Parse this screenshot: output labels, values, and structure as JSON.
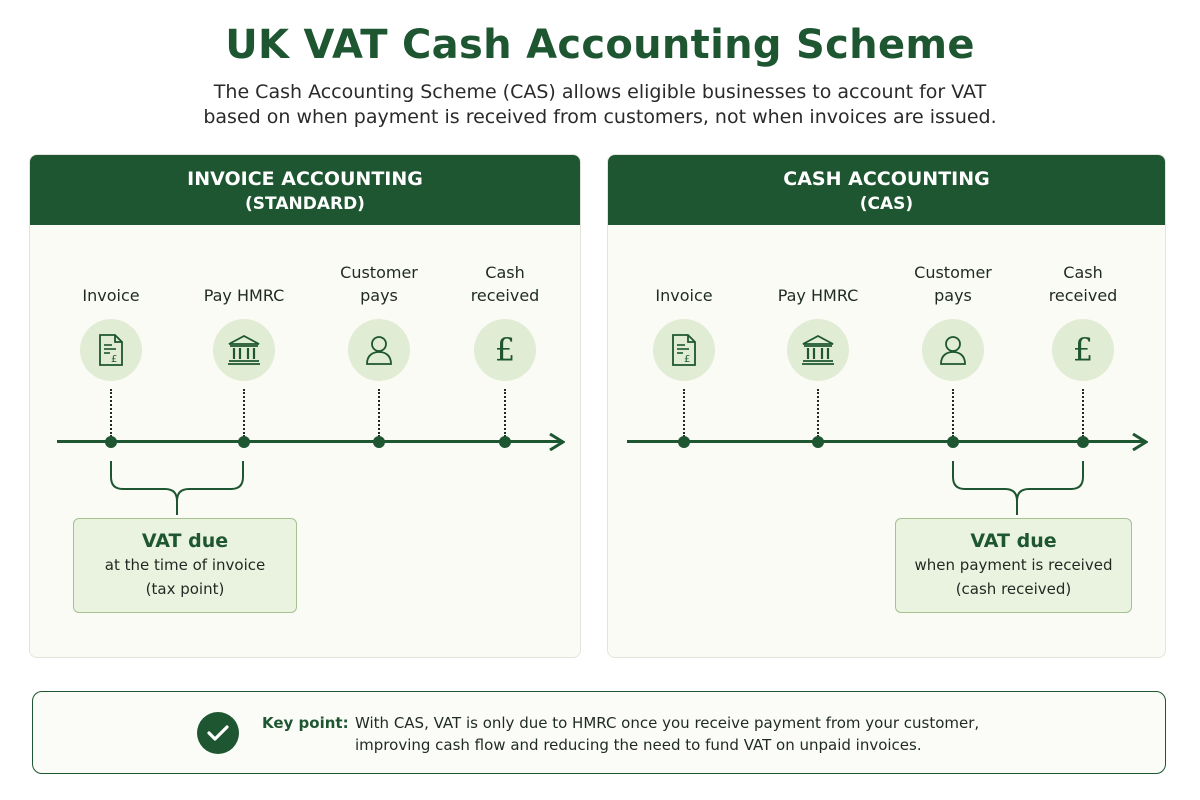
{
  "title": "UK VAT Cash Accounting Scheme",
  "subtitle": {
    "line1": "The Cash Accounting Scheme (CAS) allows eligible businesses to account for VAT",
    "line2": "based on when payment is received from customers, not when invoices are issued."
  },
  "panels": [
    {
      "header_line1": "INVOICE ACCOUNTING",
      "header_line2": "(STANDARD)",
      "steps": [
        {
          "line1": "Invoice",
          "line2": "",
          "icon": "invoice-document-icon"
        },
        {
          "line1": "Pay HMRC",
          "line2": "",
          "icon": "bank-building-icon"
        },
        {
          "line1": "Customer",
          "line2": "pays",
          "icon": "person-icon"
        },
        {
          "line1": "Cash",
          "line2": "received",
          "icon": "pound-sign-icon"
        }
      ],
      "callout": {
        "title": "VAT due",
        "line1": "at the time of invoice",
        "line2": "(tax point)"
      }
    },
    {
      "header_line1": "CASH ACCOUNTING",
      "header_line2": "(CAS)",
      "steps": [
        {
          "line1": "Invoice",
          "line2": "",
          "icon": "invoice-document-icon"
        },
        {
          "line1": "Pay HMRC",
          "line2": "",
          "icon": "bank-building-icon"
        },
        {
          "line1": "Customer",
          "line2": "pays",
          "icon": "person-icon"
        },
        {
          "line1": "Cash",
          "line2": "received",
          "icon": "pound-sign-icon"
        }
      ],
      "callout": {
        "title": "VAT due",
        "line1": "when payment is received",
        "line2": "(cash received)"
      }
    }
  ],
  "key_point": {
    "label": "Key point:",
    "line1": "With CAS, VAT is only due to HMRC once you receive payment from your customer,",
    "line2": "improving cash flow and reducing the need to fund VAT on unpaid invoices.",
    "icon": "check-icon"
  },
  "colors": {
    "primary_green": "#1e5631",
    "icon_background": "#e1ecd4",
    "callout_background": "#eaf2e0",
    "panel_background": "#fbfbf6"
  }
}
